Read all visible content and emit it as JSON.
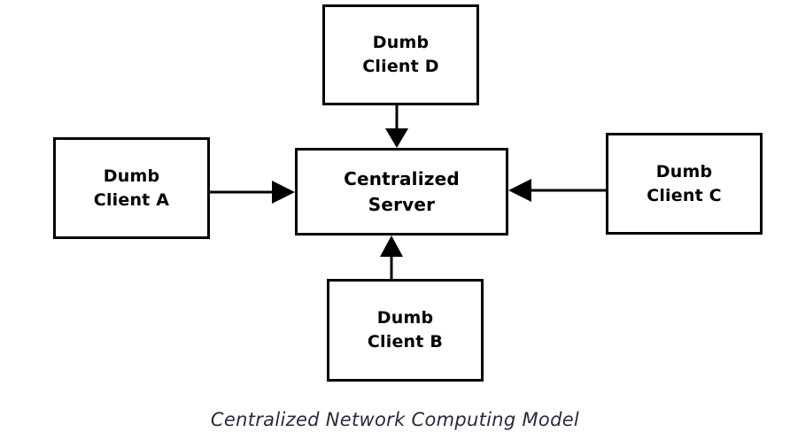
{
  "diagram": {
    "title": "Centralized Network Computing Model",
    "caption": "Centralized Network Computing Model",
    "type": "network-topology",
    "background_color": "#ffffff",
    "stroke_color": "#000000",
    "text_color": "#000000",
    "caption_color": "#2a2a3a",
    "nodes": [
      {
        "id": "client-d",
        "label_line1": "Dumb",
        "label_line2": "Client D",
        "position": "top"
      },
      {
        "id": "client-a",
        "label_line1": "Dumb",
        "label_line2": "Client A",
        "position": "left"
      },
      {
        "id": "server",
        "label_line1": "Centralized",
        "label_line2": "Server",
        "position": "center"
      },
      {
        "id": "client-c",
        "label_line1": "Dumb",
        "label_line2": "Client C",
        "position": "right"
      },
      {
        "id": "client-b",
        "label_line1": "Dumb",
        "label_line2": "Client B",
        "position": "bottom"
      }
    ],
    "edges": [
      {
        "id": "edge-d-to-server",
        "from": "client-d",
        "to": "server",
        "direction": "down"
      },
      {
        "id": "edge-a-to-server",
        "from": "client-a",
        "to": "server",
        "direction": "right"
      },
      {
        "id": "edge-c-to-server",
        "from": "client-c",
        "to": "server",
        "direction": "left"
      },
      {
        "id": "edge-b-to-server",
        "from": "client-b",
        "to": "server",
        "direction": "up"
      }
    ]
  }
}
